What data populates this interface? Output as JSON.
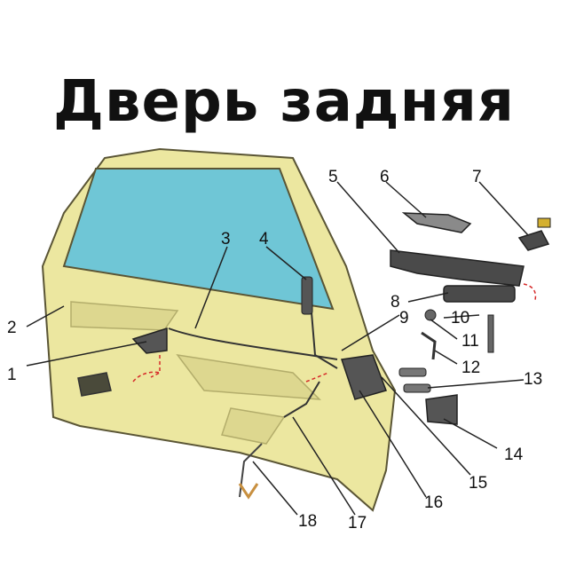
{
  "title": "Дверь задняя",
  "callouts": [
    {
      "label": "1"
    },
    {
      "label": "2"
    },
    {
      "label": "3"
    },
    {
      "label": "4"
    },
    {
      "label": "5"
    },
    {
      "label": "6"
    },
    {
      "label": "7"
    },
    {
      "label": "8"
    },
    {
      "label": "9"
    },
    {
      "label": "10"
    },
    {
      "label": "11"
    },
    {
      "label": "12"
    },
    {
      "label": "13"
    },
    {
      "label": "14"
    },
    {
      "label": "15"
    },
    {
      "label": "16"
    },
    {
      "label": "17"
    },
    {
      "label": "18"
    }
  ],
  "colors": {
    "door_panel": "#ece7a0",
    "door_outline": "#5a5535",
    "glass": "#6fc6d6",
    "parts_dark": "#5a5a5a",
    "hint_red": "#d62a2a"
  }
}
